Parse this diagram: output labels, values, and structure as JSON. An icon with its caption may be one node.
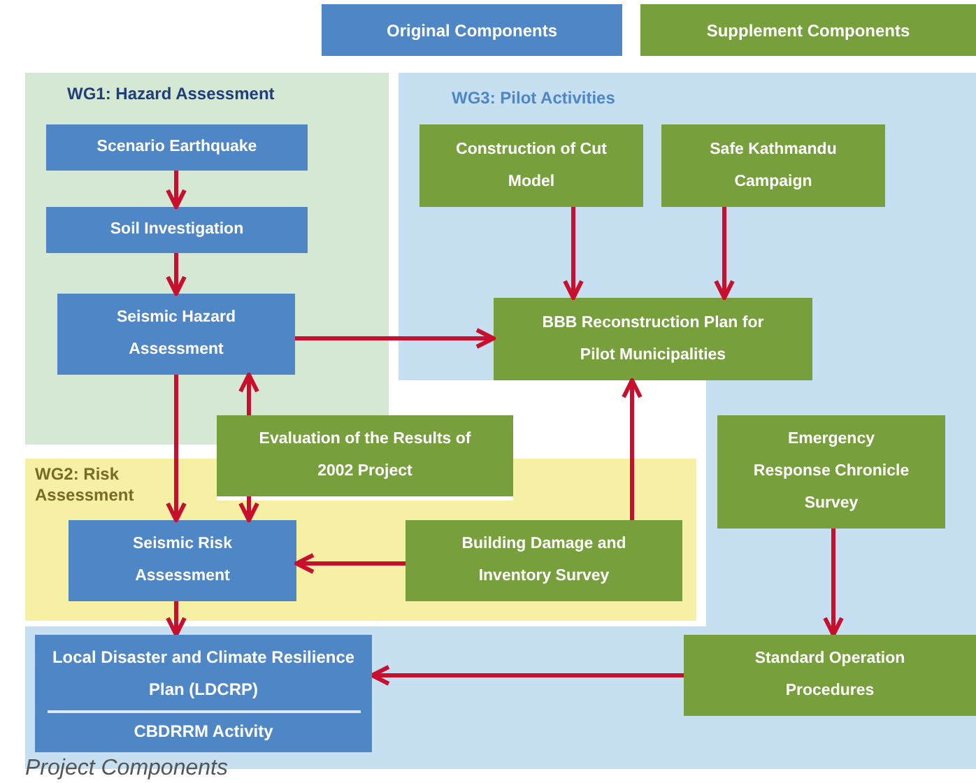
{
  "diagram": {
    "caption": "Project Components",
    "nodes": [
      {
        "text": [
          "WG1: Hazard Assessment"
        ]
      },
      {
        "text": [
          "Scenario Earthquake"
        ],
        "in": 0
      },
      {
        "text": [
          "Soil Investigation"
        ],
        "in": 0
      },
      {
        "text": [
          "Seismic Hazard Assessment"
        ],
        "in": 0
      },
      {
        "text": [
          "WG3: Pilot Activities"
        ]
      },
      {
        "text": [
          "Construction of Cut Model"
        ],
        "in": 4
      },
      {
        "text": [
          "Safe Kathmandu Campaign"
        ],
        "in": 4
      },
      {
        "text": [
          "BBB Reconstruction Plan for Pilot Municipalities"
        ],
        "in": 4
      },
      {
        "text": [
          "Evaluation of the Results of 2002 Project"
        ]
      },
      {
        "text": [
          "WG2: Risk Assessment"
        ]
      },
      {
        "text": [
          "Seismic Risk Assessment"
        ],
        "in": 9
      },
      {
        "text": [
          "Building Damage and Inventory Survey"
        ],
        "in": 9
      },
      {
        "text": [
          "Emergency Response Chronicle Survey"
        ]
      },
      {
        "text": [
          "Local Disaster and Climate Resilience Plan (LDCRP)",
          "CBDRRM Activity"
        ]
      },
      {
        "text": [
          "Standard Operation Procedures"
        ]
      }
    ],
    "edges": [
      {
        "from": 1,
        "to": 2,
        "arrow": "to"
      },
      {
        "from": 2,
        "to": 3,
        "arrow": "to"
      },
      {
        "from": 3,
        "to": 7,
        "arrow": "to"
      },
      {
        "from": 5,
        "to": 7,
        "arrow": "to"
      },
      {
        "from": 6,
        "to": 7,
        "arrow": "to"
      },
      {
        "from": 3,
        "to": 10,
        "arrow": "to"
      },
      {
        "from": 8,
        "to": 3,
        "arrow": "to"
      },
      {
        "from": 8,
        "to": 10,
        "arrow": "to"
      },
      {
        "from": 11,
        "to": 7,
        "arrow": "to"
      },
      {
        "from": 11,
        "to": 10,
        "arrow": "to"
      },
      {
        "from": 10,
        "to": 13,
        "arrow": "to"
      },
      {
        "from": 12,
        "to": 14,
        "arrow": "to"
      },
      {
        "from": 14,
        "to": 13,
        "arrow": "to"
      }
    ],
    "legend": [
      {
        "text": "Original Components",
        "color": "#4f86c6"
      },
      {
        "text": "Supplement Components",
        "color": "#77a03c"
      }
    ]
  }
}
